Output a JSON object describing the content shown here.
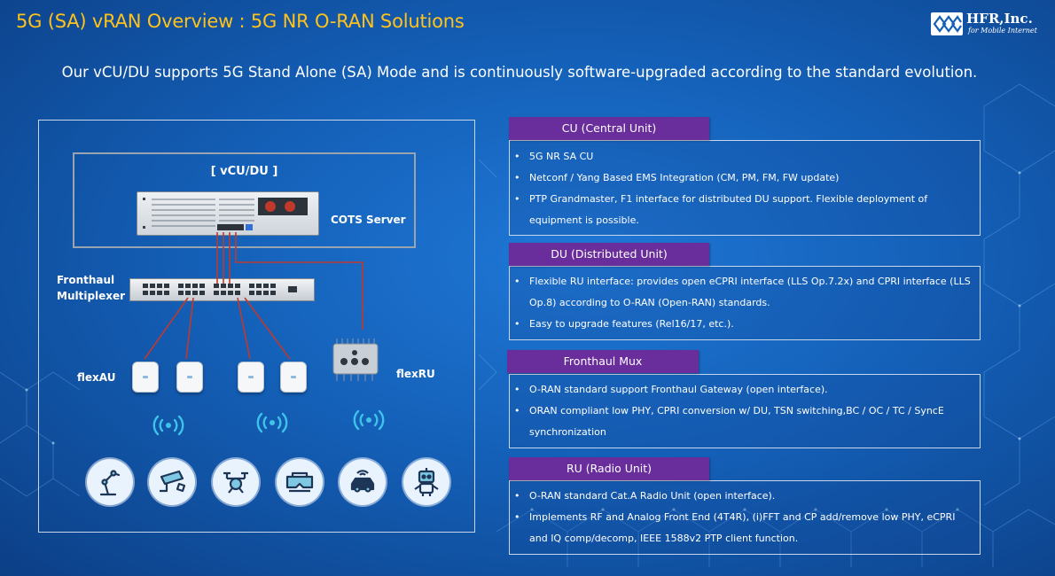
{
  "header": {
    "title": "5G (SA) vRAN Overview : 5G NR O-RAN Solutions",
    "logo_name": "HFR,Inc.",
    "logo_tagline": "for Mobile Internet",
    "subtitle": "Our vCU/DU supports 5G Stand Alone (SA) Mode and is continuously software-upgraded according to the standard evolution."
  },
  "diagram": {
    "server_group_label": "[ vCU/DU ]",
    "server_label": "COTS Server",
    "mux_label_line1": "Fronthaul",
    "mux_label_line2": "Multiplexer",
    "au_label": "flexAU",
    "ru_label": "flexRU",
    "device_icons": [
      "robot-arm-icon",
      "cctv-camera-icon",
      "drone-icon",
      "vr-headset-icon",
      "connected-car-icon",
      "robot-icon"
    ]
  },
  "sections": [
    {
      "header": "CU (Central Unit)",
      "items": [
        "5G NR SA CU",
        "Netconf / Yang Based EMS Integration (CM, PM, FM, FW update)",
        "PTP Grandmaster, F1 interface for distributed DU support. Flexible deployment of",
        "equipment is possible."
      ]
    },
    {
      "header": "DU (Distributed Unit)",
      "items": [
        "Flexible RU interface: provides open eCPRI interface (LLS Op.7.2x) and CPRI interface (LLS",
        "Op.8) according to O-RAN (Open-RAN) standards.",
        "Easy to upgrade features (Rel16/17, etc.)."
      ]
    },
    {
      "header": "Fronthaul Mux",
      "items": [
        "O-RAN standard support Fronthaul Gateway (open interface).",
        "ORAN compliant low PHY, CPRI conversion w/ DU, TSN switching,BC / OC / TC / SyncE",
        "synchronization"
      ]
    },
    {
      "header": "RU (Radio Unit)",
      "items": [
        "O-RAN standard Cat.A Radio Unit (open interface).",
        "Implements RF and Analog Front End (4T4R), (i)FFT and CP add/remove low PHY, eCPRI",
        "and IQ comp/decomp, IEEE 1588v2 PTP client function."
      ]
    }
  ],
  "colors": {
    "title": "#ffc21a",
    "section_header": "#6a2d9c",
    "background": "#1460b8",
    "link_line": "#c0392b"
  }
}
